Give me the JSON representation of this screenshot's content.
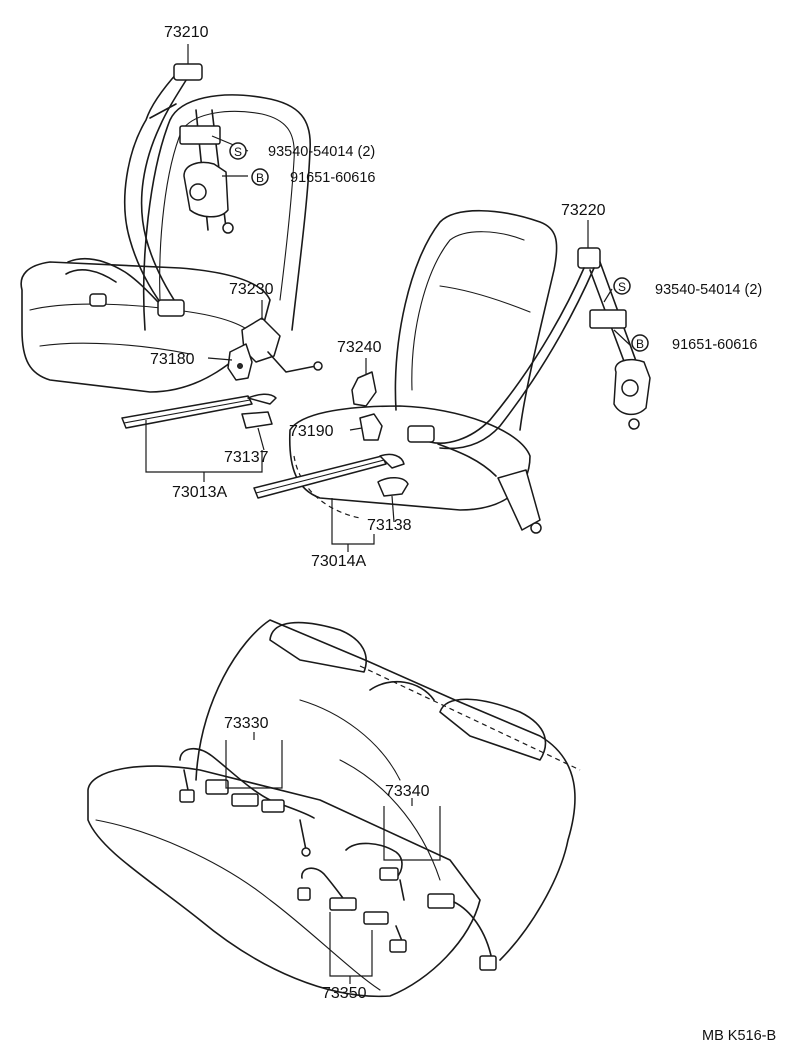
{
  "diagram": {
    "code": "MB K516-B",
    "parts": {
      "p73210": "73210",
      "p73220": "73220",
      "p73230": "73230",
      "p73180": "73180",
      "p73240": "73240",
      "p73190": "73190",
      "p73137": "73137",
      "p73013A": "73013A",
      "p73138": "73138",
      "p73014A": "73014A",
      "p73330": "73330",
      "p73340": "73340",
      "p73350": "73350",
      "bolt_s_left": "93540-54014 (2)",
      "bolt_b_left": "91651-60616",
      "bolt_s_right": "93540-54014 (2)",
      "bolt_b_right": "91651-60616"
    },
    "markers": {
      "s": "S",
      "b": "B"
    }
  }
}
